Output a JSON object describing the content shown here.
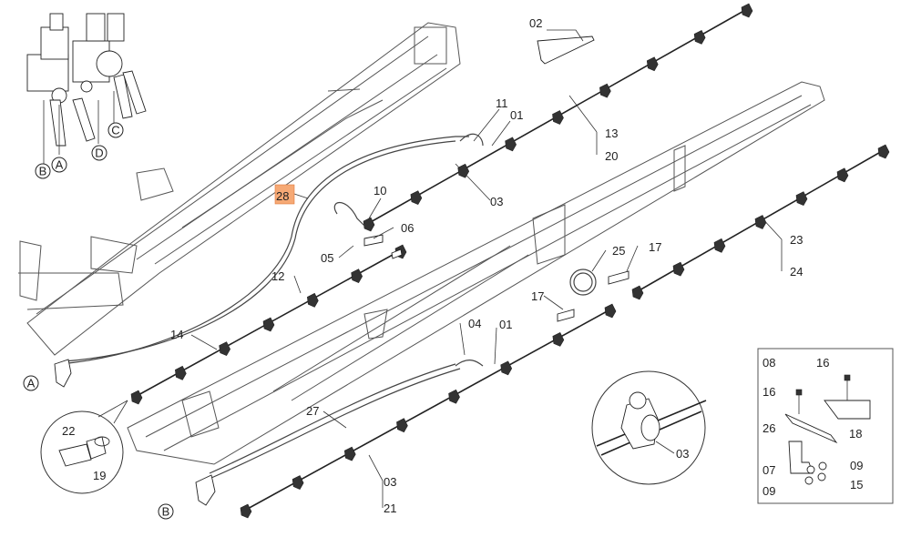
{
  "highlighted_label": "28",
  "callouts": [
    "02",
    "11",
    "01",
    "13",
    "20",
    "10",
    "28",
    "06",
    "03",
    "05",
    "12",
    "25",
    "17",
    "23",
    "24",
    "17",
    "14",
    "04",
    "01",
    "27",
    "03",
    "21",
    "22",
    "19",
    "08",
    "16",
    "16",
    "18",
    "26",
    "07",
    "09",
    "09",
    "15",
    "15"
  ],
  "letters": [
    "B",
    "A",
    "D",
    "C",
    "A",
    "B"
  ],
  "colors": {
    "highlight": "#f6a975",
    "line": "#222222"
  }
}
